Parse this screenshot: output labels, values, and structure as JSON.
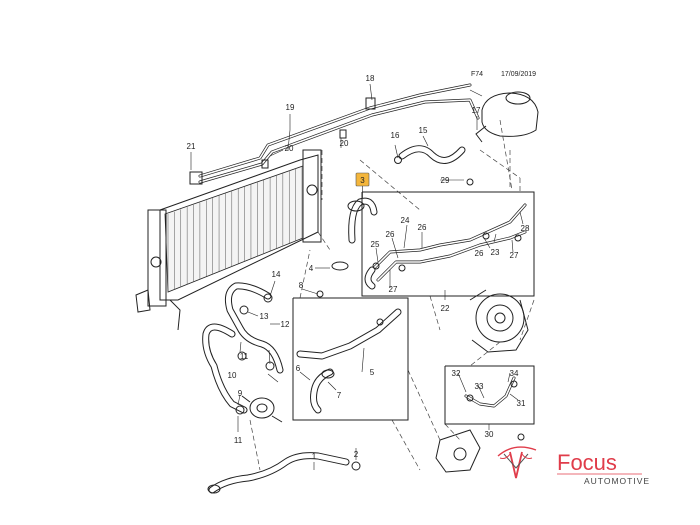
{
  "header": {
    "page_code": "F74",
    "date": "17/09/2019"
  },
  "callouts": [
    {
      "id": "c1",
      "label": "1"
    },
    {
      "id": "c2",
      "label": "2"
    },
    {
      "id": "c3",
      "label": "3"
    },
    {
      "id": "c4",
      "label": "4"
    },
    {
      "id": "c5",
      "label": "5"
    },
    {
      "id": "c6",
      "label": "6"
    },
    {
      "id": "c7",
      "label": "7"
    },
    {
      "id": "c8",
      "label": "8"
    },
    {
      "id": "c9",
      "label": "9"
    },
    {
      "id": "c10",
      "label": "10"
    },
    {
      "id": "c11a",
      "label": "11"
    },
    {
      "id": "c11b",
      "label": "11"
    },
    {
      "id": "c12",
      "label": "12"
    },
    {
      "id": "c13",
      "label": "13"
    },
    {
      "id": "c14",
      "label": "14"
    },
    {
      "id": "c15",
      "label": "15"
    },
    {
      "id": "c16",
      "label": "16"
    },
    {
      "id": "c17",
      "label": "17"
    },
    {
      "id": "c18",
      "label": "18"
    },
    {
      "id": "c19",
      "label": "19"
    },
    {
      "id": "c20a",
      "label": "20"
    },
    {
      "id": "c20b",
      "label": "20"
    },
    {
      "id": "c21",
      "label": "21"
    },
    {
      "id": "c22",
      "label": "22"
    },
    {
      "id": "c23",
      "label": "23"
    },
    {
      "id": "c24",
      "label": "24"
    },
    {
      "id": "c25",
      "label": "25"
    },
    {
      "id": "c26a",
      "label": "26"
    },
    {
      "id": "c26b",
      "label": "26"
    },
    {
      "id": "c26c",
      "label": "26"
    },
    {
      "id": "c27a",
      "label": "27"
    },
    {
      "id": "c27b",
      "label": "27"
    },
    {
      "id": "c28",
      "label": "28"
    },
    {
      "id": "c29",
      "label": "29"
    },
    {
      "id": "c30",
      "label": "30"
    },
    {
      "id": "c31",
      "label": "31"
    },
    {
      "id": "c32",
      "label": "32"
    },
    {
      "id": "c33",
      "label": "33"
    },
    {
      "id": "c34",
      "label": "34"
    }
  ],
  "highlight": {
    "label": "3",
    "color": "#f4b63c"
  },
  "watermark": {
    "brand": "Focus",
    "subtitle": "AUTOMOTIVE",
    "brand_color": "#e03c4a",
    "logo_icon": "car-swoosh-logo-icon"
  }
}
